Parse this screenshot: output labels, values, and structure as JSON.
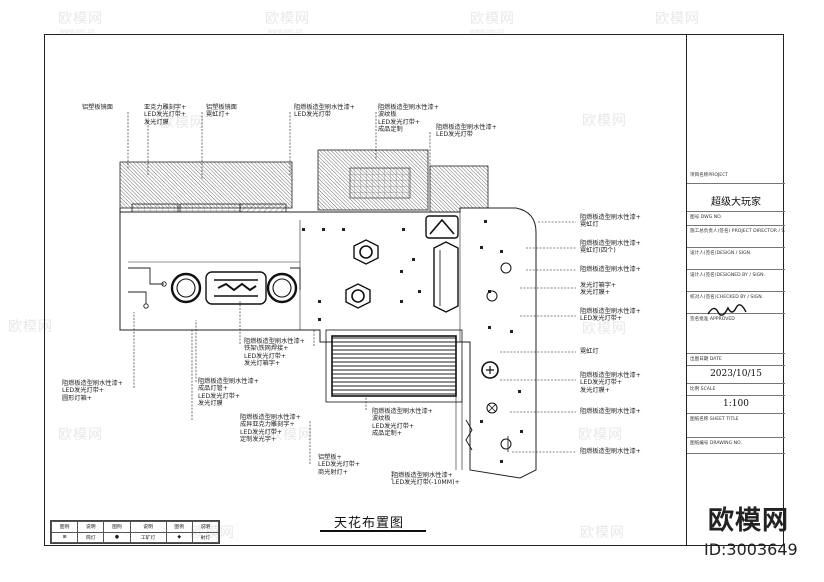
{
  "drawing": {
    "title": "天花布置图",
    "brand_watermark": "欧模网",
    "brand_id": "ID:3003649",
    "watermark_text": "欧模网",
    "watermark_url": "www.om.cn"
  },
  "callouts_top": [
    "铝塑板镜面",
    "亚克力雕刻字+\nLED发光灯带+\n发光灯膜",
    "铝塑板镜面\n霓虹灯+",
    "阻燃板造型刷水性漆+\nLED发光灯带",
    "阻燃板造型刷水性漆+\n波纹板\nLED发光灯带+\n成品定制",
    "阻燃板造型刷水性漆+\nLED发光灯带"
  ],
  "callouts_left": [
    "阻燃板造型刷水性漆+\nLED发光灯带+\n圆形灯箱+",
    "阻燃板造型刷水性漆+\n成品灯管+\nLED发光灯带+\n发光灯膜",
    "阻燃板造型刷水性漆+\n成异亚克力雕刻字+\nLED发光灯带+\n定制发光字+"
  ],
  "callouts_center": [
    "阻燃板造型刷水性漆+\n铁架\\铁网焊接+\nLED发光灯带+\n发光灯箱字+",
    "阻燃板造型刷水性漆+\n波纹板\nLED发光灯带+\n成品定制+",
    "铝塑板+\nLED发光灯带+\n商光射灯+",
    "阻燃板造型刷水性漆+\nLED发光灯带(-10MM)+"
  ],
  "callouts_right": [
    "阻燃板造型刷水性漆+\n霓虹灯",
    "阻燃板造型刷水性漆+\n霓虹灯(四个)",
    "阻燃板造型刷水性漆+",
    "发光灯箱字+\n发光灯膜+",
    "阻燃板造型刷水性漆+\nLED发光灯带+",
    "霓虹灯",
    "阻燃板造型刷水性漆+\nLED发光灯带+\n发光灯膜+",
    "阻燃板造型刷水性漆+",
    "阻燃板造型刷水性漆+"
  ],
  "title_block": {
    "rows": [
      "项目名称PROJECT",
      "超级大玩家",
      "图号 DWG NO.",
      "施工总负责人(签名) PROJECT DIRECTOR / SANC",
      "设计人(签名)DESIGN / SIGN.",
      "设计人(签名)DESIGNED BY / SIGN.",
      "校对人(签名)CHECKED BY / SIGN.",
      "签名批准 APPROVED",
      "出图日期 DATE",
      "2023/10/15",
      "比例 SCALE",
      "1:100",
      "图纸编号 DRAWING NO.",
      "图纸名称 SHEET TITLE"
    ]
  },
  "legend": {
    "headers": [
      "图例",
      "说明",
      "图例",
      "说明",
      "图例",
      "说明"
    ],
    "values": [
      "⊞",
      "筒灯",
      "●",
      "工矿灯",
      "◆",
      "射灯"
    ]
  }
}
